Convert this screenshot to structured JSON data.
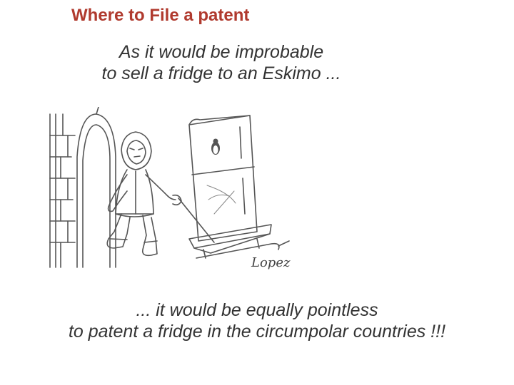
{
  "slide": {
    "title": "Where to File a patent",
    "intro_lines": [
      "As it would be improbable",
      "to sell a fridge to an Eskimo ..."
    ],
    "conclusion_lines": [
      "... it would be equally pointless",
      "to patent a fridge in the circumpolar countries !!!"
    ]
  },
  "cartoon": {
    "signature": "Lopez",
    "fridge_emblem": "penguin-icon"
  },
  "colors": {
    "title": "#b03a2e",
    "body_text": "#333333",
    "line_art": "#555555"
  }
}
